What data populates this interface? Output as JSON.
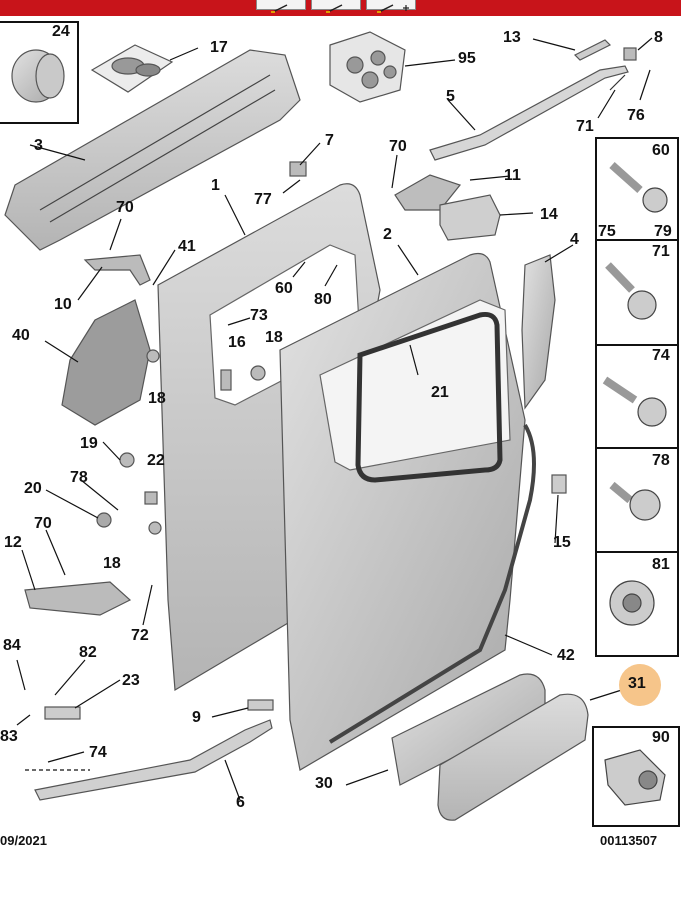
{
  "toolbar": {
    "color": "#c8141a",
    "buttons": [
      "edit-tool-icon",
      "edit-tool-icon",
      "edit-add-tool-icon"
    ]
  },
  "diagram": {
    "highlight_color": "#f6c58a",
    "part_labels": {
      "p24": "24",
      "p17": "17",
      "p95": "95",
      "p13": "13",
      "p8": "8",
      "p3": "3",
      "p5": "5",
      "p76": "76",
      "p71a": "71",
      "p7": "7",
      "p70a": "70",
      "p11": "11",
      "p1": "1",
      "p77": "77",
      "p14": "14",
      "p70b": "70",
      "p41": "41",
      "p2": "2",
      "p4": "4",
      "p60a": "60",
      "p80": "80",
      "p10": "10",
      "p73": "73",
      "p40": "40",
      "p16": "16",
      "p18a": "18",
      "p18b": "18",
      "p21": "21",
      "p19": "19",
      "p22": "22",
      "p78a": "78",
      "p20": "20",
      "p70c": "70",
      "p12": "12",
      "p18c": "18",
      "p15": "15",
      "p72": "72",
      "p42": "42",
      "p84": "84",
      "p82": "82",
      "p23": "23",
      "p31": "31",
      "p83": "83",
      "p9": "9",
      "p74a": "74",
      "p30": "30",
      "p6": "6"
    },
    "fastener_boxes": [
      {
        "labels": [
          "60",
          "75",
          "79"
        ]
      },
      {
        "labels": [
          "71"
        ]
      },
      {
        "labels": [
          "74"
        ]
      },
      {
        "labels": [
          "78"
        ]
      },
      {
        "labels": [
          "81"
        ]
      }
    ],
    "box_90": "90",
    "date": "09/2021",
    "ref": "00113507"
  }
}
